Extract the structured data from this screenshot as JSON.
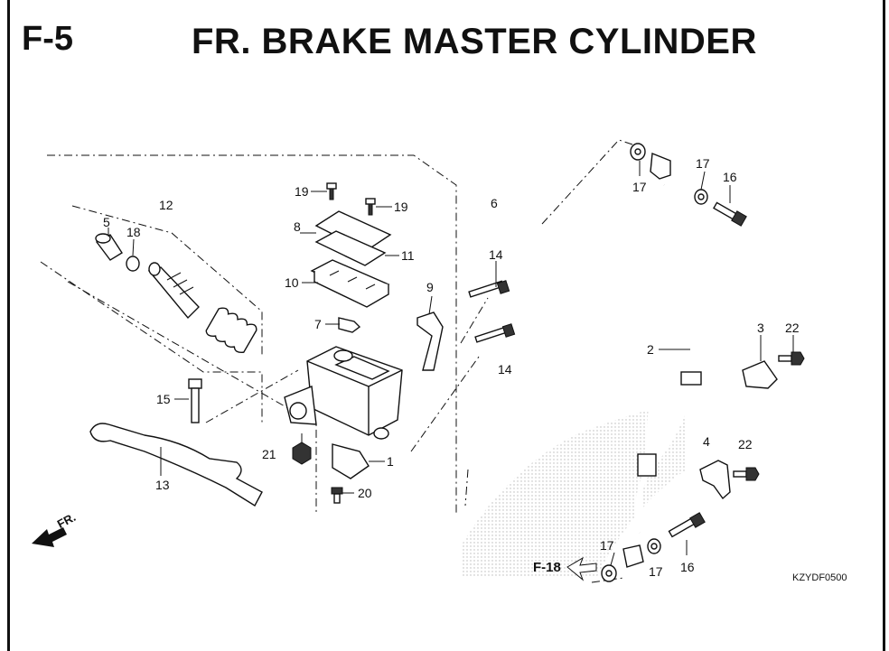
{
  "header": {
    "section": "F-5",
    "title": "FR. BRAKE MASTER CYLINDER"
  },
  "reference_code": "KZYDF0500",
  "direction_label": "FR.",
  "cross_reference": "F-18",
  "callouts": {
    "p1": "1",
    "p2": "2",
    "p3": "3",
    "p4": "4",
    "p5": "5",
    "p6": "6",
    "p7": "7",
    "p8": "8",
    "p9": "9",
    "p10": "10",
    "p11": "11",
    "p12": "12",
    "p13": "13",
    "p14a": "14",
    "p14b": "14",
    "p15": "15",
    "p16a": "16",
    "p16b": "16",
    "p17a": "17",
    "p17b": "17",
    "p17c": "17",
    "p17d": "17",
    "p18": "18",
    "p19a": "19",
    "p19b": "19",
    "p20": "20",
    "p21": "21",
    "p22a": "22",
    "p22b": "22"
  }
}
